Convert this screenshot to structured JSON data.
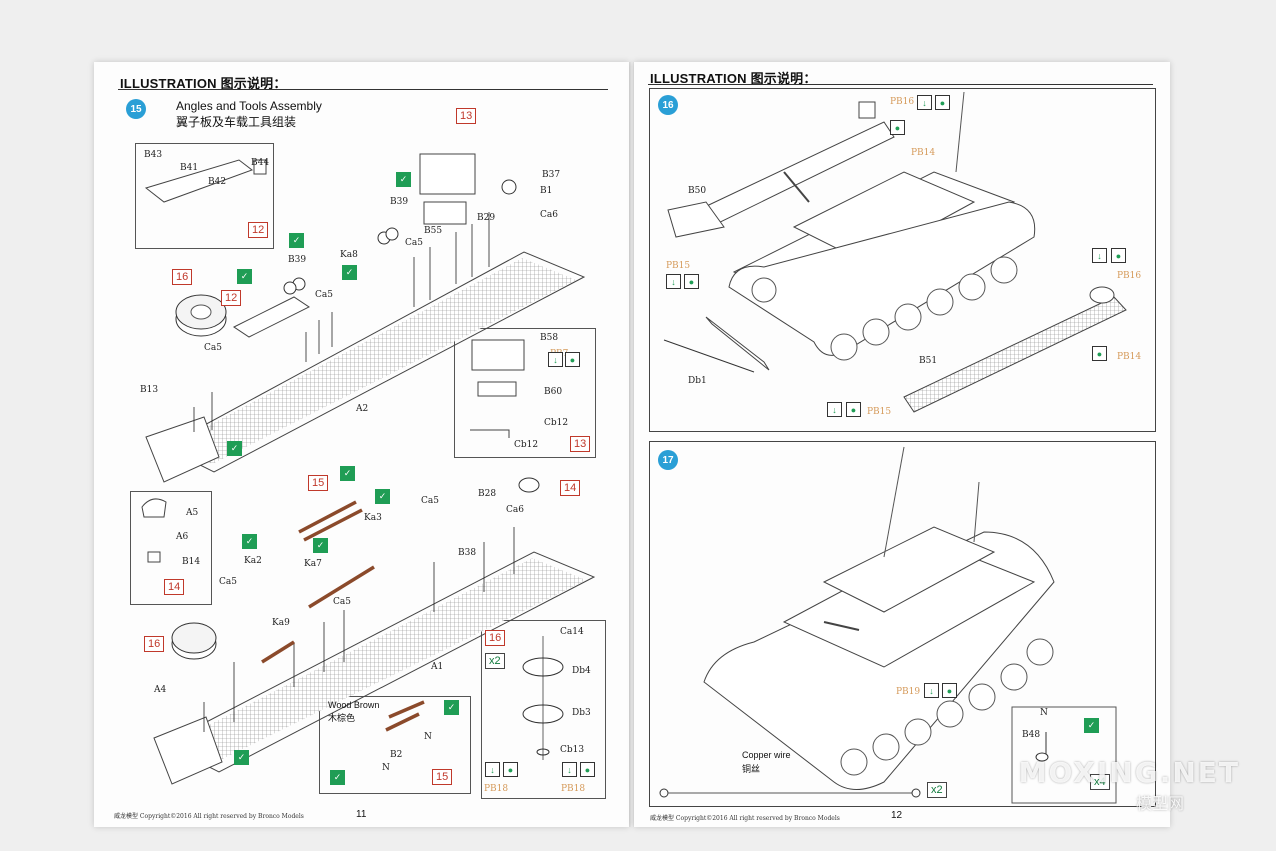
{
  "left_page": {
    "header": "ILLUSTRATION 图示说明：",
    "step15": {
      "number": "15",
      "title_en": "Angles and Tools Assembly",
      "title_zh": "翼子板及车载工具组装"
    },
    "refs": {
      "r13_top": "13",
      "r12_inset": "12",
      "r16_a": "16",
      "r12_b": "12",
      "r13_inset": "13",
      "r15_a": "15",
      "r14_a": "14",
      "r14_inset": "14",
      "r16_b": "16",
      "r16_inset": "16",
      "r15_inset": "15"
    },
    "labels": {
      "B43": "B43",
      "B41": "B41",
      "B42": "B42",
      "B44": "B44",
      "B37": "B37",
      "B1": "B1",
      "Ca6_top": "Ca6",
      "B39_a": "B39",
      "Ca5_a": "Ca5",
      "B55": "B55",
      "B29": "B29",
      "Ka8": "Ka8",
      "B39_b": "B39",
      "Ca5_b": "Ca5",
      "Ca5_c": "Ca5",
      "B13": "B13",
      "A2": "A2",
      "B58": "B58",
      "PB7": "PB7",
      "B60": "B60",
      "Cb12_a": "Cb12",
      "Cb12_b": "Cb12",
      "A5": "A5",
      "A6": "A6",
      "B14": "B14",
      "Ka3": "Ka3",
      "Ca5_d": "Ca5",
      "B28": "B28",
      "Ca6_b": "Ca6",
      "Ka2": "Ka2",
      "Ka7": "Ka7",
      "B38": "B38",
      "Ca5_e": "Ca5",
      "Ca5_f": "Ca5",
      "Ka9": "Ka9",
      "A1": "A1",
      "A4": "A4",
      "Ca14": "Ca14",
      "Db4": "Db4",
      "Db3": "Db3",
      "Cb13": "Cb13",
      "PB18_a": "PB18",
      "PB18_b": "PB18",
      "B2": "B2",
      "N": "N",
      "N2": "N"
    },
    "qty_x2": "x2",
    "wood_en": "Wood Brown",
    "wood_zh": "木棕色",
    "page_number": "11",
    "footer": "威龙模型  Copyright©2016  All right reserved by Bronco Models"
  },
  "right_page": {
    "header": "ILLUSTRATION 图示说明：",
    "step16": {
      "number": "16"
    },
    "step17": {
      "number": "17"
    },
    "labels": {
      "PB16_a": "PB16",
      "PB14_a": "PB14",
      "B50": "B50",
      "PB15_a": "PB15",
      "Db1": "Db1",
      "PB16_b": "PB16",
      "PB14_b": "PB14",
      "B51": "B51",
      "PB15_b": "PB15",
      "PB19": "PB19",
      "B48": "B48",
      "N": "N"
    },
    "copper_en": "Copper wire",
    "copper_zh": "铜丝",
    "qty_x2": "x2",
    "qty_x4": "x4",
    "page_number": "12",
    "footer": "威龙模型  Copyright©2016  All right reserved by Bronco Models"
  },
  "watermark": "MOXING.NET",
  "watermark_sub": "模型网"
}
